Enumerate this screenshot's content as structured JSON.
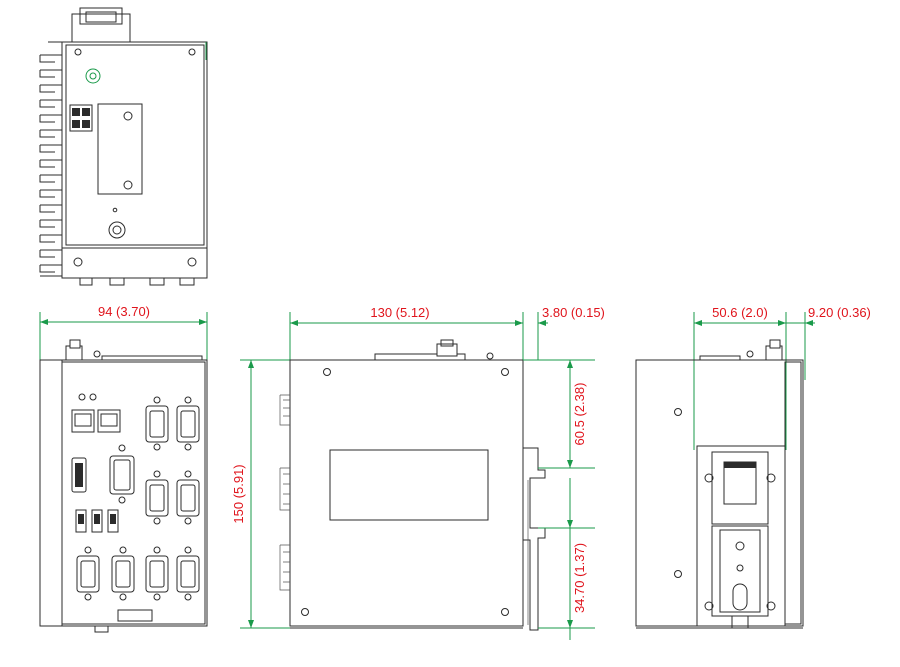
{
  "colors": {
    "dimension_text": "#e0141c",
    "dimension_line": "#1a9a4a",
    "outline": "#2b2b2b"
  },
  "dimensions": {
    "front_width": "94 (3.70)",
    "side_depth": "130 (5.12)",
    "side_rail": "3.80 (0.15)",
    "side_height": "150 (5.91)",
    "side_upper": "60.5 (2.38)",
    "side_lower": "34.70 (1.37)",
    "rear_width": "50.6 (2.0)",
    "rear_offset": "9.20 (0.36)"
  }
}
